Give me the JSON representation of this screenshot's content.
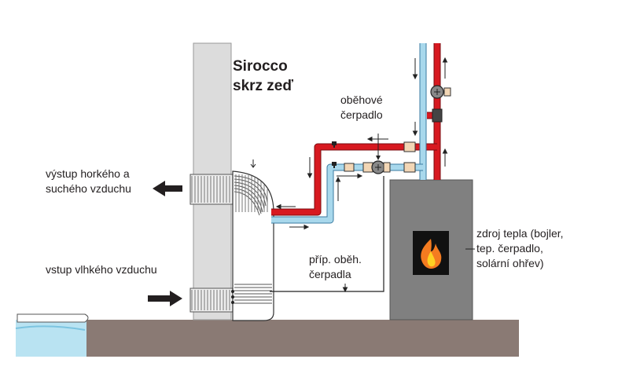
{
  "title": {
    "line1": "Sirocco",
    "line2": "skrz zeď"
  },
  "labels": {
    "pump": {
      "line1": "oběhové",
      "line2": "čerpadlo"
    },
    "outlet": {
      "line1": "výstup horkého a",
      "line2": "suchého vzduchu"
    },
    "inlet": {
      "line1": "vstup vlhkého vzduchu"
    },
    "pump_connection": {
      "line1": "příp. oběh.",
      "line2": "čerpadla"
    },
    "heat_source": {
      "line1": "zdroj tepla (bojler,",
      "line2": "tep. čerpadlo,",
      "line3": "solární ohřev)"
    }
  },
  "colors": {
    "hot_pipe": "#d71920",
    "cold_pipe": "#a8d8ec",
    "wall": "#dcdcdc",
    "ground": "#8a7a74",
    "heater": "#808080",
    "water": "#b9e3f2",
    "flame": "#f47b20"
  },
  "icons": [
    "arrow-left-icon",
    "arrow-right-icon",
    "flame-icon",
    "pump-icon",
    "valve-icon"
  ]
}
